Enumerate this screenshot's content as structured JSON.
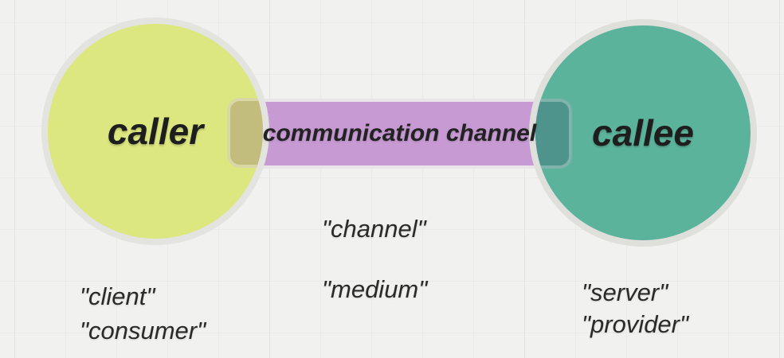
{
  "canvas": {
    "background_color": "#f1f1ef",
    "grid_minor_color": "#eaeae8",
    "grid_major_color": "#e3e3e1"
  },
  "diagram": {
    "caller": {
      "label": "caller",
      "fill_color": "#dce780",
      "ring_color": "#e3e3e0",
      "aliases": [
        "\"client\"",
        "\"consumer\""
      ]
    },
    "callee": {
      "label": "callee",
      "fill_color": "#5cb39b",
      "ring_color": "#dfdfdc",
      "aliases": [
        "\"server\"",
        "\"provider\""
      ]
    },
    "channel": {
      "label": "communication channel",
      "fill_color": "#c79ad3",
      "border_color": "#e9e6ea",
      "overlap_on_caller_color": "#c2bd7d",
      "overlap_on_callee_color": "#4f938d",
      "aliases": [
        "\"channel\"",
        "\"medium\""
      ]
    },
    "text_color": "#1e1e1e"
  }
}
